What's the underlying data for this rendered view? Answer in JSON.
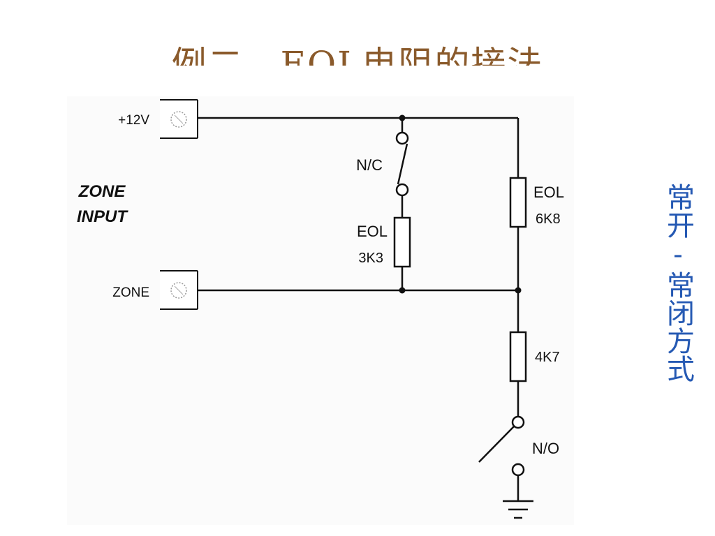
{
  "slide": {
    "title": "例二　EOL电阻的接法",
    "side_note": "常开-常闭方式"
  },
  "diagram": {
    "terminals": {
      "power": "+12V",
      "zone": "ZONE"
    },
    "zone_input": {
      "line1": "ZONE",
      "line2": "INPUT"
    },
    "nc_switch": "N/C",
    "eol_series": {
      "label": "EOL",
      "value": "3K3"
    },
    "eol_parallel": {
      "label": "EOL",
      "value": "6K8"
    },
    "resistor_4k7": "4K7",
    "no_switch": "N/O"
  }
}
